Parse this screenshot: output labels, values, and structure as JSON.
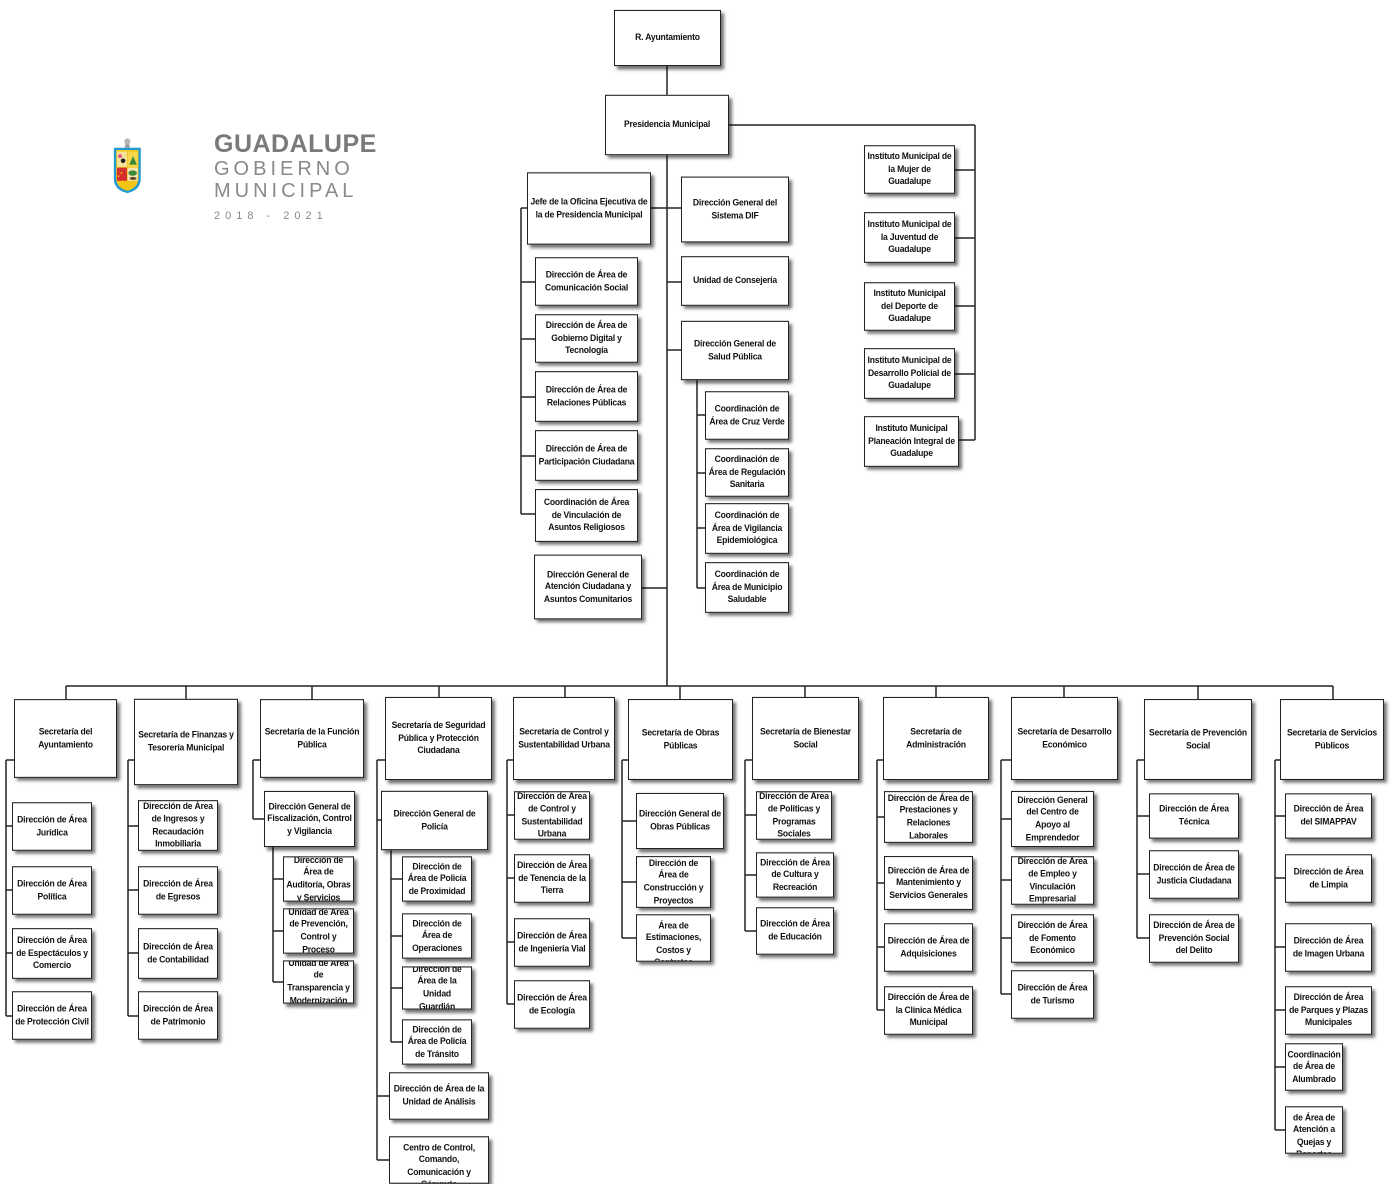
{
  "brand": {
    "name": "GUADALUPE",
    "line2": "GOBIERNO",
    "line3": "MUNICIPAL",
    "years": "2018 - 2021",
    "colors": {
      "shield_border": "#1e9ad6",
      "shield_fill": "#f3c316",
      "text": "#808080",
      "red": "#d62e2e",
      "green": "#3a8a3a"
    }
  },
  "nodes": {
    "ayuntamiento": "R. Ayuntamiento",
    "presidencia": "Presidencia Municipal",
    "jefe": "Jefe de la Oficina Ejecutiva de la de Presidencia Municipal",
    "jefe_children": [
      "Dirección de Área de Comunicación Social",
      "Dirección de Área de Gobierno Digital y Tecnología",
      "Dirección de Área de Relaciones Públicas",
      "Dirección de Área de Participación Ciudadana",
      "Coordinación de Área de Vinculación de Asuntos Religiosos"
    ],
    "atencion": "Dirección General de Atención Ciudadana y Asuntos Comunitarios",
    "dif": "Dirección General del Sistema DIF",
    "consejeria": "Unidad de Consejería",
    "salud": "Dirección General de Salud Pública",
    "salud_children": [
      "Coordinación de Área de Cruz Verde",
      "Coordinación de Área de Regulación Sanitaria",
      "Coordinación de Área de Vigilancia Epidemiológica",
      "Coordinación de Área de Municipio Saludable"
    ],
    "institutos": [
      "Instituto Municipal de la Mujer de Guadalupe",
      "Instituto Municipal de la Juventud de Guadalupe",
      "Instituto Municipal del Deporte de Guadalupe",
      "Instituto Municipal de Desarrollo Policial de Guadalupe",
      "Instituto Municipal Planeación Integral de Guadalupe"
    ],
    "secretarias": [
      {
        "name": "Secretaría del Ayuntamiento",
        "children": [
          "Dirección de Área Jurídica",
          "Dirección de Área Política",
          "Dirección de Área de Espectáculos y Comercio",
          "Dirección de Área de Protección Civil"
        ]
      },
      {
        "name": "Secretaría de Finanzas y Tesorería Municipal",
        "children": [
          "Dirección de Área de Ingresos y Recaudación Inmobiliaria",
          "Dirección de Área de Egresos",
          "Dirección de Área de Contabilidad",
          "Dirección de Área de Patrimonio"
        ]
      },
      {
        "name": "Secretaría de la Función Pública",
        "sub": "Dirección General de Fiscalización, Control y Vigilancia",
        "children": [
          "Dirección de Área de Auditoría, Obras y Servicios",
          "Unidad de Área de Prevención, Control y Proceso",
          "Unidad de Área de Transparencia y Modernización"
        ]
      },
      {
        "name": "Secretaría de Seguridad Pública y Protección Ciudadana",
        "sub": "Dirección General de Policía",
        "children": [
          "Dirección de Área de Policía de Proximidad",
          "Dirección de Área de Operaciones",
          "Dirección de Área de la Unidad Guardián",
          "Dirección de Área de Policía de Tránsito"
        ],
        "extra": [
          "Dirección de Área de la Unidad de Análisis",
          "Dirección de Área del Centro de Control, Comando, Comunicación y Cómputo"
        ]
      },
      {
        "name": "Secretaría de Control y Sustentabilidad Urbana",
        "children": [
          "Dirección de Área de Control y Sustentabilidad Urbana",
          "Dirección de Área de Tenencia de la Tierra",
          "Dirección de Área de Ingeniería Vial",
          "Dirección de Área de Ecología"
        ]
      },
      {
        "name": "Secretaría de Obras Públicas",
        "children": [
          "Dirección General de Obras Públicas",
          "Dirección de Área de Construcción y Proyectos",
          "Dirección de Área de Estimaciones, Costos y Contratos"
        ]
      },
      {
        "name": "Secretaría de Bienestar Social",
        "children": [
          "Dirección de Área de Políticas y Programas Sociales",
          "Dirección de Área de Cultura y Recreación",
          "Dirección de Área de Educación"
        ]
      },
      {
        "name": "Secretaría de Administración",
        "children": [
          "Dirección de Área de Prestaciones y Relaciones Laborales",
          "Dirección de Área de Mantenimiento y Servicios Generales",
          "Dirección de Área de Adquisiciones",
          "Dirección de Área de la Clínica Médica Municipal"
        ]
      },
      {
        "name": "Secretaría de Desarrollo Económico",
        "children": [
          "Dirección General del Centro de Apoyo al Emprendedor",
          "Dirección de Área de Empleo y Vinculación Empresarial",
          "Dirección de Área de Fomento Económico",
          "Dirección de Área de Turismo"
        ]
      },
      {
        "name": "Secretaría de Prevención Social",
        "children": [
          "Dirección de Área Técnica",
          "Dirección de Área de Justicia Ciudadana",
          "Dirección de Área de Prevención Social del Delito"
        ]
      },
      {
        "name": "Secretaría de Servicios Públicos",
        "children": [
          "Dirección de Área del SIMAPPAV",
          "Dirección de Área de Limpia",
          "Dirección de Área de Imagen Urbana",
          "Dirección de Área de Parques y Plazas Municipales",
          "Coordinación de Área de Alumbrado",
          "Coordinación de Área de Atención a Quejas y Reportes"
        ]
      }
    ]
  }
}
